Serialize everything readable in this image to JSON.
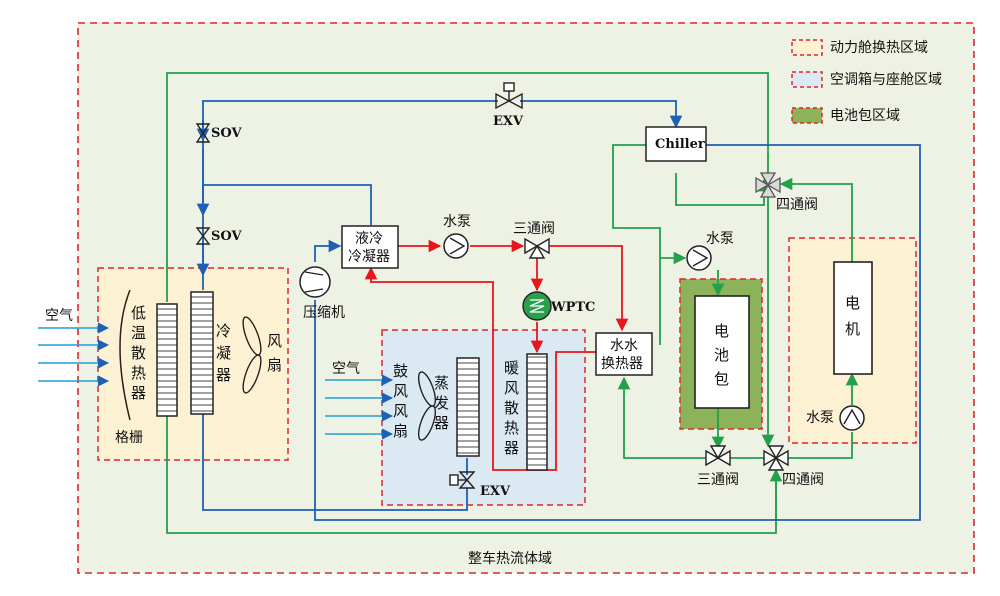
{
  "legend": {
    "powertrain": "动力舱换热区域",
    "hvac": "空调箱与座舱区域",
    "battery": "电池包区域"
  },
  "outer_label": "整车热流体域",
  "labels": {
    "air_left": "空气",
    "low_temp_radiator": [
      "低",
      "温",
      "散",
      "热",
      "器"
    ],
    "grille": "格栅",
    "condenser": [
      "冷",
      "凝",
      "器"
    ],
    "fan": [
      "风",
      "扇"
    ],
    "sov_top": "SOV",
    "sov_bottom": "SOV",
    "exv_top": "EXV",
    "chiller": "Chiller",
    "liquid_condenser": [
      "液冷",
      "冷凝器"
    ],
    "water_pump_top": "水泵",
    "three_way_top": "三通阀",
    "wptc": "WPTC",
    "compressor": "压缩机",
    "air_hvac": "空气",
    "blower": [
      "鼓",
      "风",
      "风",
      "扇"
    ],
    "evaporator": [
      "蒸",
      "发",
      "器"
    ],
    "heater_core": [
      "暖",
      "风",
      "散",
      "热",
      "器"
    ],
    "exv_bottom": "EXV",
    "water_hx": [
      "水水",
      "换热器"
    ],
    "water_pump_battery": "水泵",
    "battery_pack": [
      "电",
      "池",
      "包"
    ],
    "four_way_top": "四通阀",
    "motor": [
      "电",
      "机"
    ],
    "water_pump_motor": "水泵",
    "three_way_bottom": "三通阀",
    "four_way_bottom": "四通阀"
  },
  "colors": {
    "green": "#22a04b",
    "blue": "#1f5fb4",
    "red": "#e8161b",
    "legend_red": "#e0262b",
    "outer_fill": "#eef2e4",
    "powertrain_fill": "#fdf1d3",
    "hvac_fill": "#dbe9f3",
    "battery_fill": "#8db35a",
    "wptc_fill": "#2aa04d"
  }
}
